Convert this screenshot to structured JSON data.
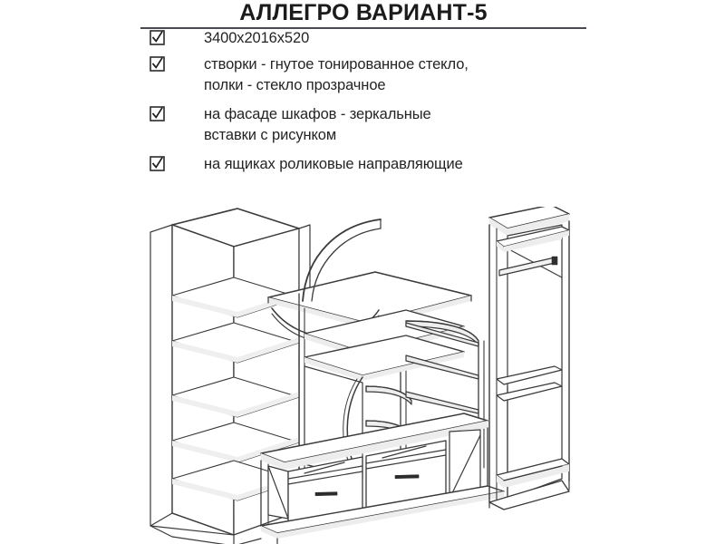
{
  "header": {
    "title": "АЛЛЕГРО ВАРИАНТ-5",
    "rule_color": "#4a4a52"
  },
  "features": {
    "checkbox_icon": "checked-checkbox-icon",
    "items": [
      {
        "id": "dimensions",
        "lines": [
          "3400x2016x520"
        ]
      },
      {
        "id": "glass",
        "lines": [
          "створки - гнутое тонированное стекло,",
          "полки - стекло прозрачное"
        ]
      },
      {
        "id": "mirror",
        "lines": [
          "на фасаде шкафов - зеркальные",
          "вставки с рисунком"
        ]
      },
      {
        "id": "drawer-runners",
        "lines": [
          "на ящиках роликовые направляющие"
        ]
      }
    ]
  },
  "drawing": {
    "name": "furniture-wall-unit-isometric-drawing",
    "line_color": "#3a3a3a",
    "fill_color": "#ffffff",
    "description": "Изометрический чертёж стенки: левый шкаф-пенал с полками, центральная ТВ-секция с гнутой аркой и полками, два выдвижных ящика внизу, правый шкаф со штангой",
    "parts": [
      "left-tall-cabinet",
      "left-open-shelving",
      "center-tv-niche",
      "center-arch-panel",
      "curved-corner-shelves",
      "bottom-drawers",
      "right-wardrobe",
      "hanging-rail"
    ]
  },
  "colors": {
    "text": "#242424",
    "title": "#1b1b1b",
    "line": "#3a3a3a",
    "background": "#ffffff"
  }
}
